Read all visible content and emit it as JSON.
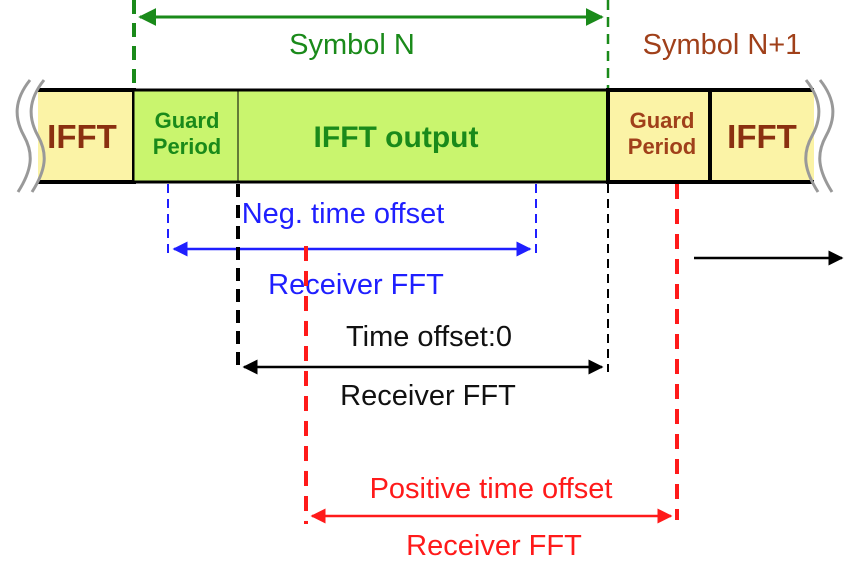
{
  "labels": {
    "symbol_n": "Symbol N",
    "symbol_n1": "Symbol N+1",
    "ifft_left": "IFFT",
    "guard_1_line1": "Guard",
    "guard_1_line2": "Period",
    "ifft_output": "IFFT output",
    "guard_2_line1": "Guard",
    "guard_2_line2": "Period",
    "ifft_right": "IFFT",
    "neg_offset": "Neg. time offset",
    "neg_receiver": "Receiver FFT",
    "zero_offset": "Time offset:0",
    "zero_receiver": "Receiver FFT",
    "pos_offset": "Positive time offset",
    "pos_receiver": "Receiver FFT"
  },
  "colors": {
    "green": "#1a8a1a",
    "blue": "#1f1fff",
    "black": "#000000",
    "red": "#ff1a1a",
    "brown": "#a0401a",
    "yellow_fill": "#fbf3a6",
    "green_fill": "#c9f56e"
  }
}
